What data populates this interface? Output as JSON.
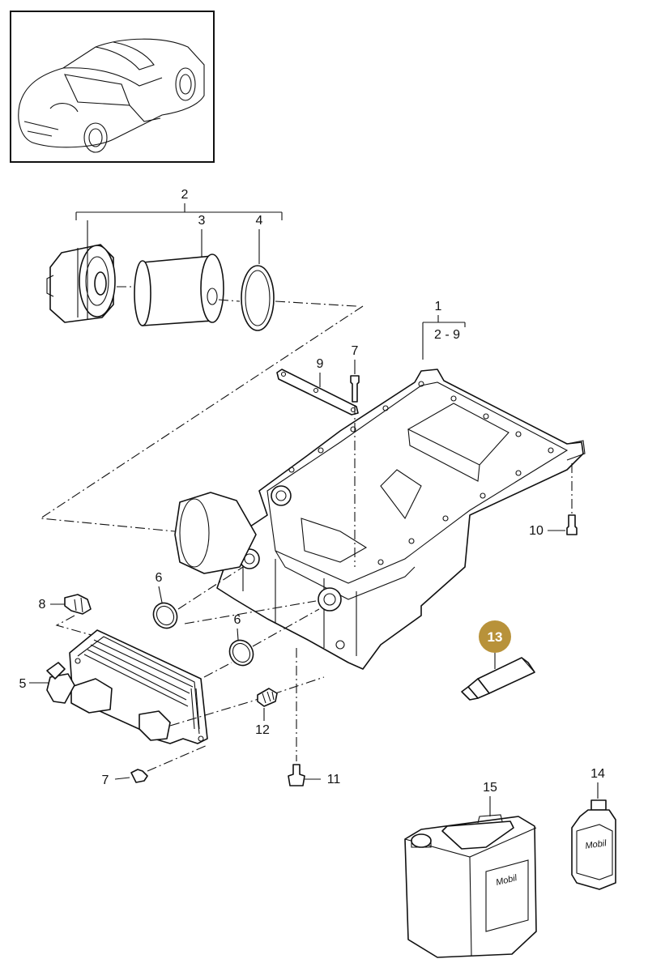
{
  "callouts": {
    "c1": "1",
    "c1_range": "2 - 9",
    "c2": "2",
    "c3": "3",
    "c4": "4",
    "c5": "5",
    "c6a": "6",
    "c6b": "6",
    "c7a": "7",
    "c7b": "7",
    "c8": "8",
    "c9": "9",
    "c10": "10",
    "c11": "11",
    "c12": "12",
    "c13": "13",
    "c14": "14",
    "c15": "15"
  },
  "brand_labels": {
    "canister": "Mobil",
    "bottle": "Mobil"
  },
  "colors": {
    "highlight_badge": "#b8923a",
    "line": "#111111",
    "background": "#ffffff"
  }
}
